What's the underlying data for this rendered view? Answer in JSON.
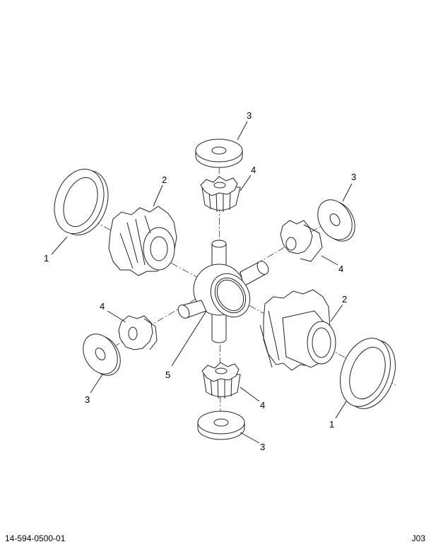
{
  "diagram": {
    "callouts": {
      "washer_top": "3",
      "pinion_top": "4",
      "washer_right": "3",
      "side_gear_left": "2",
      "thrust_washer_left": "1",
      "pinion_right": "4",
      "pinion_left": "4",
      "side_gear_right": "2",
      "spider": "5",
      "washer_left": "3",
      "pinion_bottom": "4",
      "thrust_washer_right": "1",
      "washer_bottom": "3"
    }
  },
  "footer": {
    "doc_number": "14-594-0500-01",
    "sheet_code": "J03"
  }
}
